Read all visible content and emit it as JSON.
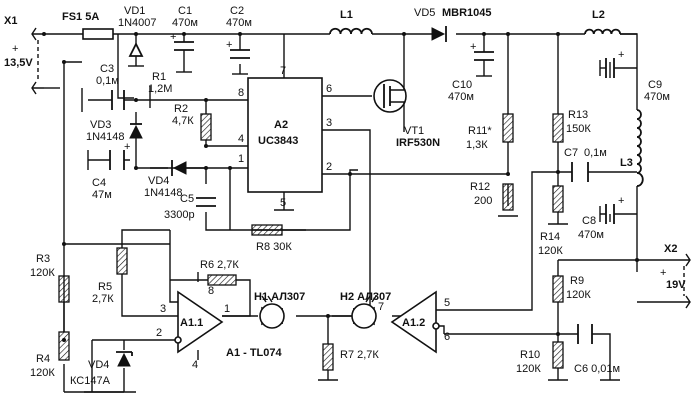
{
  "components": {
    "X1": "X1",
    "X2": "X2",
    "FS1": "FS1 5A",
    "VD1": "VD1",
    "VD1_type": "1N4007",
    "C1": "C1",
    "C1_val": "470м",
    "C2": "C2",
    "C2_val": "470м",
    "L1": "L1",
    "L2": "L2",
    "L3": "L3",
    "VD5": "VD5",
    "VD5_type": "MBR1045",
    "C3": "C3",
    "C3_val": "0,1м",
    "R1": "R1",
    "R1_val": "1,2М",
    "R2": "R2",
    "R2_val": "4,7К",
    "A2": "A2",
    "A2_type": "UC3843",
    "VT1": "VT1",
    "VT1_type": "IRF530N",
    "C10": "C10",
    "C10_val": "470м",
    "C9": "C9",
    "C9_val": "470м",
    "R11": "R11*",
    "R11_val": "1,3К",
    "R12": "R12",
    "R12_val": "200",
    "R13": "R13",
    "R13_val": "150К",
    "C7": "C7",
    "C7_val": "0,1м",
    "C8": "C8",
    "C8_val": "470м",
    "R14": "R14",
    "R14_val": "120К",
    "VD3": "VD3",
    "VD3_type": "1N4148",
    "VD4a": "VD4",
    "VD4a_type": "1N4148",
    "C4": "C4",
    "C4_val": "47м",
    "C5": "C5",
    "C5_val": "3300р",
    "R8": "R8 30К",
    "R3": "R3",
    "R3_val": "120К",
    "R4": "R4",
    "R4_val": "120К",
    "R5": "R5",
    "R5_val": "2,7К",
    "R6": "R6 2,7К",
    "VD4b": "VD4",
    "VD4b_type": "КС147А",
    "A11": "A1.1",
    "A12": "A1.2",
    "A1": "A1 - TL074",
    "H1": "H1 АЛ307",
    "H2": "H2 АЛ307",
    "R7": "R7 2,7К",
    "R9": "R9",
    "R9_val": "120К",
    "R10": "R10",
    "R10_val": "120К",
    "C6": "C6 0,01м"
  },
  "voltages": {
    "input": "13,5V",
    "output": "19V"
  },
  "pins": {
    "a2_8": "8",
    "a2_7": "7",
    "a2_6": "6",
    "a2_3": "3",
    "a2_4": "4",
    "a2_1": "1",
    "a2_2": "2",
    "a2_5": "5",
    "a11_3": "3",
    "a11_2": "2",
    "a11_8": "8",
    "a11_1": "1",
    "a11_4": "4",
    "a12_5": "5",
    "a12_6": "6",
    "a12_7": "7"
  }
}
